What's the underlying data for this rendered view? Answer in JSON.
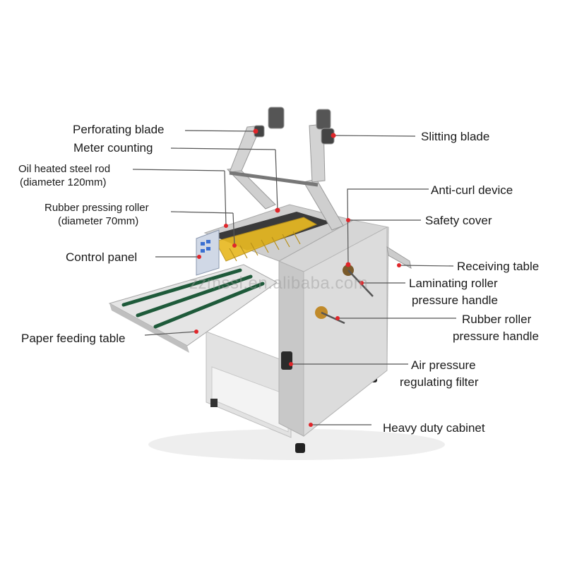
{
  "figure": {
    "watermark": "zzmssl.en.alibaba.com",
    "labels": {
      "perforating_blade": "Perforating blade",
      "meter_counting": "Meter counting",
      "oil_heated_rod_1": "Oil heated steel rod",
      "oil_heated_rod_2": "(diameter 120mm)",
      "rubber_pressing_roller_1": "Rubber pressing roller",
      "rubber_pressing_roller_2": "(diameter 70mm)",
      "control_panel": "Control panel",
      "paper_feeding_table": "Paper feeding table",
      "slitting_blade": "Slitting blade",
      "anti_curl_device": "Anti-curl device",
      "safety_cover": "Safety cover",
      "receiving_table": "Receiving table",
      "laminating_handle_1": "Laminating roller",
      "laminating_handle_2": "pressure handle",
      "rubber_handle_1": "Rubber roller",
      "rubber_handle_2": "pressure handle",
      "air_filter_1": "Air pressure",
      "air_filter_2": "regulating filter",
      "heavy_cabinet": "Heavy duty cabinet"
    },
    "colors": {
      "machine_body": "#d9d9d9",
      "heater_cover": "#e8b923",
      "leader_line": "#555555",
      "marker_dot": "#e0262a",
      "feed_belt": "#1e5a3a"
    }
  }
}
